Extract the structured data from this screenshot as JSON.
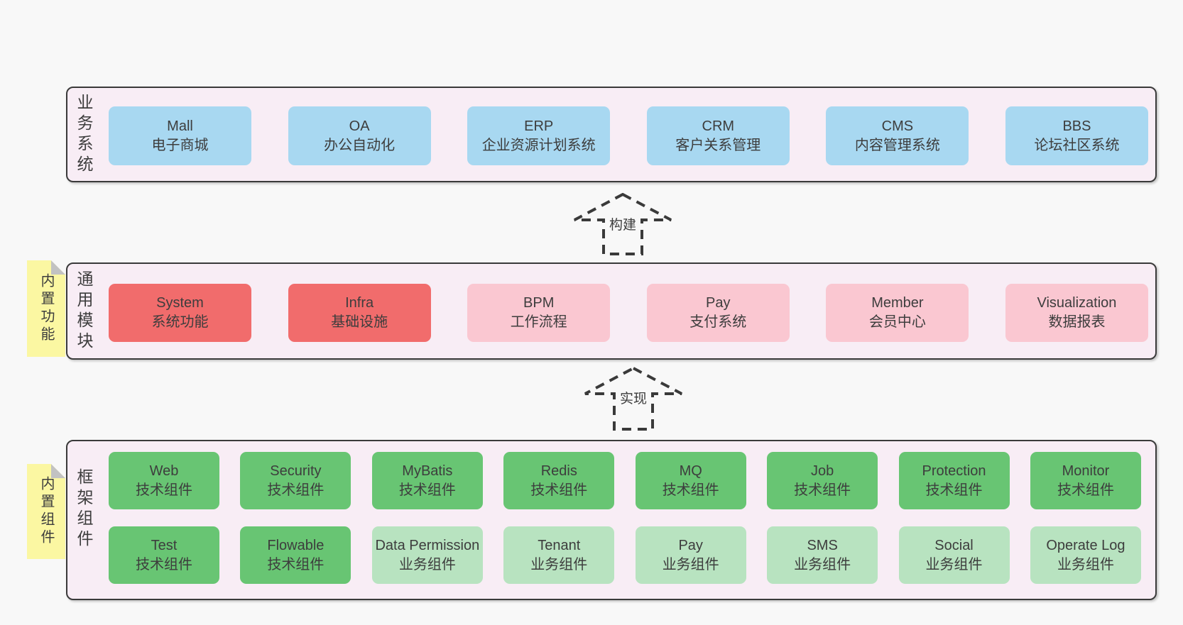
{
  "colors": {
    "page_bg": "#f8f8f8",
    "panel_bg": "#f8edf5",
    "panel_border": "#3a3a3a",
    "node_blue": "#a8d8f1",
    "node_red": "#f16c6c",
    "node_pink": "#fac7d1",
    "node_green": "#68c573",
    "node_light_green": "#b8e3c0",
    "sticky_yellow": "#fbf7a2",
    "sticky_fold": "#c2c2c2",
    "text": "#3d3d3d"
  },
  "arrows": [
    {
      "label": "构建"
    },
    {
      "label": "实现"
    }
  ],
  "sections": [
    {
      "label": "业务系统",
      "boxes": [
        {
          "name": "Mall",
          "desc": "电子商城",
          "variant": "blue"
        },
        {
          "name": "OA",
          "desc": "办公自动化",
          "variant": "blue"
        },
        {
          "name": "ERP",
          "desc": "企业资源计划系统",
          "variant": "blue"
        },
        {
          "name": "CRM",
          "desc": "客户关系管理",
          "variant": "blue"
        },
        {
          "name": "CMS",
          "desc": "内容管理系统",
          "variant": "blue"
        },
        {
          "name": "BBS",
          "desc": "论坛社区系统",
          "variant": "blue"
        }
      ]
    },
    {
      "label": "通用模块",
      "sticky": "内置功能",
      "boxes": [
        {
          "name": "System",
          "desc": "系统功能",
          "variant": "red"
        },
        {
          "name": "Infra",
          "desc": "基础设施",
          "variant": "red"
        },
        {
          "name": "BPM",
          "desc": "工作流程",
          "variant": "pink"
        },
        {
          "name": "Pay",
          "desc": "支付系统",
          "variant": "pink"
        },
        {
          "name": "Member",
          "desc": "会员中心",
          "variant": "pink"
        },
        {
          "name": "Visualization",
          "desc": "数据报表",
          "variant": "pink"
        }
      ]
    },
    {
      "label": "框架组件",
      "sticky": "内置组件",
      "rows": [
        [
          {
            "name": "Web",
            "desc": "技术组件",
            "variant": "green"
          },
          {
            "name": "Security",
            "desc": "技术组件",
            "variant": "green"
          },
          {
            "name": "MyBatis",
            "desc": "技术组件",
            "variant": "green"
          },
          {
            "name": "Redis",
            "desc": "技术组件",
            "variant": "green"
          },
          {
            "name": "MQ",
            "desc": "技术组件",
            "variant": "green"
          },
          {
            "name": "Job",
            "desc": "技术组件",
            "variant": "green"
          },
          {
            "name": "Protection",
            "desc": "技术组件",
            "variant": "green"
          },
          {
            "name": "Monitor",
            "desc": "技术组件",
            "variant": "green"
          }
        ],
        [
          {
            "name": "Test",
            "desc": "技术组件",
            "variant": "green"
          },
          {
            "name": "Flowable",
            "desc": "技术组件",
            "variant": "green"
          },
          {
            "name": "Data Permission",
            "desc": "业务组件",
            "variant": "light_green"
          },
          {
            "name": "Tenant",
            "desc": "业务组件",
            "variant": "light_green"
          },
          {
            "name": "Pay",
            "desc": "业务组件",
            "variant": "light_green"
          },
          {
            "name": "SMS",
            "desc": "业务组件",
            "variant": "light_green"
          },
          {
            "name": "Social",
            "desc": "业务组件",
            "variant": "light_green"
          },
          {
            "name": "Operate Log",
            "desc": "业务组件",
            "variant": "light_green"
          }
        ]
      ]
    }
  ]
}
